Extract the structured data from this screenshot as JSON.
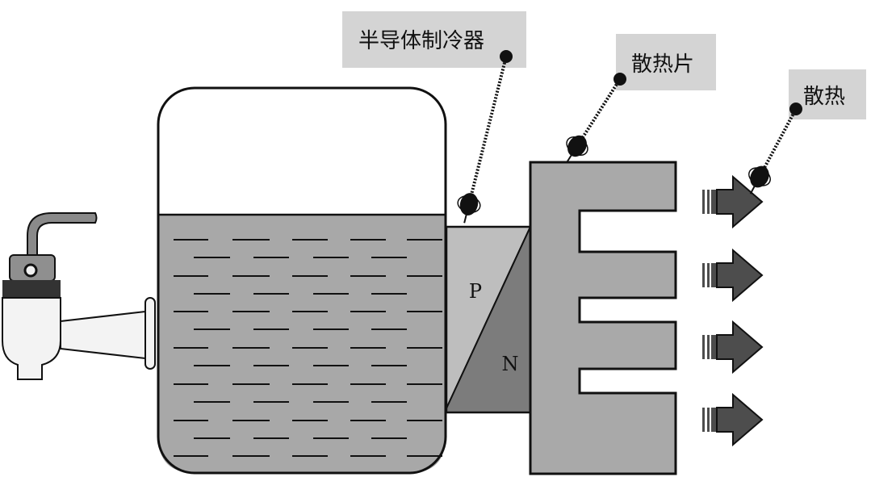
{
  "labels": {
    "cooler": "半导体制冷器",
    "heatsink": "散热片",
    "dissipation": "散热"
  },
  "junction": {
    "p": "P",
    "n": "N"
  },
  "arrow_count": 4,
  "colors": {
    "water": "#a8a8a8",
    "p_block": "#bebebe",
    "n_block": "#7c7c7c",
    "heatsink": "#a9a9a9",
    "label_box": "#d4d4d4",
    "arrow": "#4d4d4d",
    "faucet": "#8a8a8a"
  }
}
